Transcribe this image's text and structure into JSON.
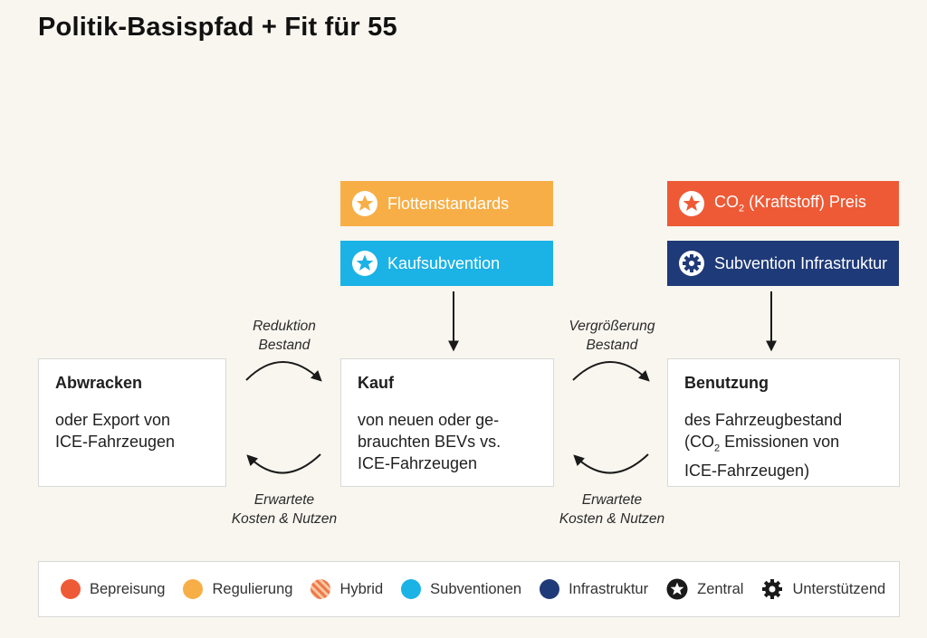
{
  "title": "Politik-Basispfad + Fit für 55",
  "colors": {
    "pricing": "#ee5a36",
    "regulation": "#f8ae47",
    "subsidy": "#1bb2e6",
    "infrastructure": "#1f3a78",
    "connector": "#1a1a1a"
  },
  "policies": {
    "fleet_standards": {
      "label": "Flottenstandards",
      "icon": "star-icon"
    },
    "purchase_subsidy": {
      "label": "Kaufsubvention",
      "icon": "star-icon"
    },
    "co2_price": {
      "label_prefix": "CO",
      "label_sub": "2",
      "label_suffix": " (Kraftstoff) Preis",
      "icon": "star-icon"
    },
    "infrastructure_subsidy": {
      "label": "Subvention Infrastruktur",
      "icon": "gear-icon"
    }
  },
  "stages": {
    "scrapping": {
      "title": "Abwracken",
      "desc": "oder Export von\nICE-Fahrzeugen"
    },
    "purchase": {
      "title": "Kauf",
      "desc": "von neuen oder ge-\nbrauchten BEVs vs.\nICE-Fahrzeugen"
    },
    "usage": {
      "title": "Benutzung",
      "desc_line1": "des Fahrzeugbestand",
      "desc_line2_prefix": "(CO",
      "desc_line2_sub": "2",
      "desc_line2_suffix": " Emissionen von",
      "desc_line3": "ICE-Fahrzeugen)"
    }
  },
  "flows": {
    "left_top": "Reduktion\nBestand",
    "left_bottom": "Erwartete\nKosten & Nutzen",
    "right_top": "Vergrößerung\nBestand",
    "right_bottom": "Erwartete\nKosten & Nutzen"
  },
  "legend": [
    {
      "label": "Bepreisung",
      "kind": "dot",
      "color": "#ee5a36"
    },
    {
      "label": "Regulierung",
      "kind": "dot",
      "color": "#f8ae47"
    },
    {
      "label": "Hybrid",
      "kind": "hybrid",
      "color": "#f4a37a"
    },
    {
      "label": "Subventionen",
      "kind": "dot",
      "color": "#1bb2e6"
    },
    {
      "label": "Infrastruktur",
      "kind": "dot",
      "color": "#1f3a78"
    },
    {
      "label": "Zentral",
      "kind": "star-icon",
      "color": "#1a1a1a"
    },
    {
      "label": "Unterstützend",
      "kind": "gear-icon",
      "color": "#1a1a1a"
    }
  ]
}
